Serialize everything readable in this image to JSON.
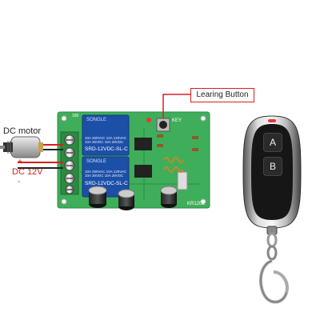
{
  "labels": {
    "button_callout": "Learing Button",
    "dc_motor": "DC motor",
    "dc_12v": "DC 12V",
    "plus": "+",
    "minus": "-"
  },
  "board": {
    "relay_brand": "SONGLE",
    "relay_model_1": "SRD-12VDC-SL-C",
    "relay_model_2": "SRD-12VDC-SL-C",
    "relay_rating_a": "10A 250VAC  10A 125VAC",
    "relay_rating_b": "10A 30VDC  10A 28VDC",
    "key_label": "KEY",
    "board_model": "KR1202",
    "corner_mark": "160"
  },
  "remote": {
    "button_a": "A",
    "button_b": "B"
  },
  "colors": {
    "pcb": "#3fae5a",
    "relay": "#1c4fa8",
    "callout_red": "#d81e1e",
    "terminal": "#2b8a3e"
  }
}
